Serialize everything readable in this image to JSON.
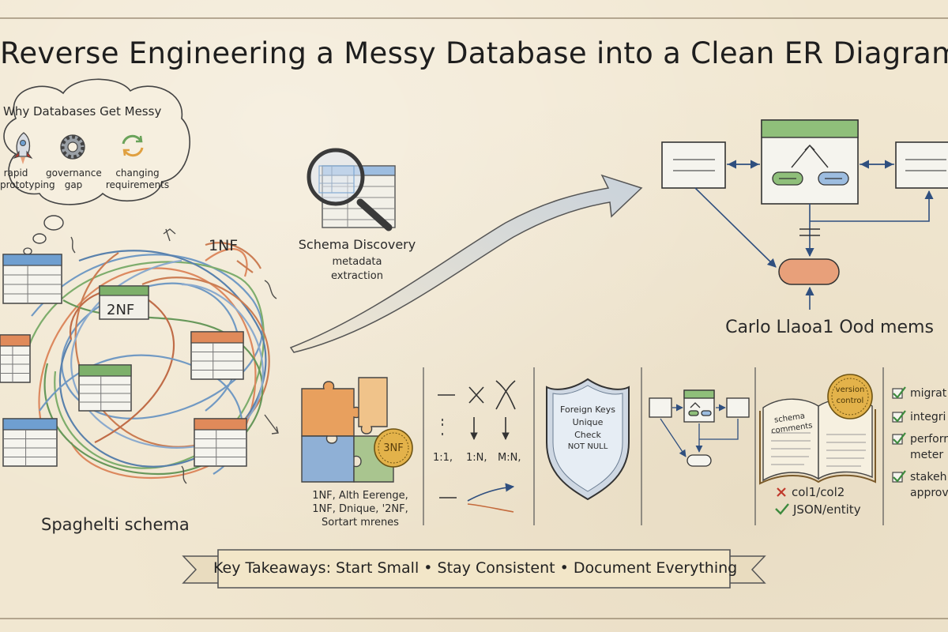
{
  "title": "Reverse Engineering a Messy Database into a Clean ER Diagram",
  "thought_bubble": {
    "heading": "Why Databases Get Messy",
    "items": [
      {
        "icon": "rocket-icon",
        "line1": "rapid",
        "line2": "prototyping"
      },
      {
        "icon": "gear-icon",
        "line1": "governance",
        "line2": "gap"
      },
      {
        "icon": "refresh-icon",
        "line1": "changing",
        "line2": "requirements"
      }
    ]
  },
  "spaghetti": {
    "caption": "Spaghelti schema",
    "label_1nf": "1NF",
    "label_2nf": "2NF"
  },
  "discovery": {
    "title": "Schema Discovery",
    "sub1": "metadata",
    "sub2": "extraction"
  },
  "er_caption": "Carlo Llaoa1 Ood mems",
  "panels": {
    "normalization": {
      "badge": "3NF",
      "line1": "1NF, Alth Eerenge,",
      "line2": "1NF, Dnique, '2NF,",
      "line3": "Sortart mrenes"
    },
    "cardinality": {
      "labels": [
        "1:1,",
        "1:N,",
        "M:N,"
      ]
    },
    "constraints": {
      "lines": [
        "Foreign Keys",
        "Unique",
        "Check",
        "NOT NULL"
      ]
    },
    "documentation": {
      "book_line1": "schema",
      "book_line2": "comments",
      "seal_line1": "version",
      "seal_line2": "control",
      "bad": "col1/col2",
      "good": "JSON/entity"
    },
    "checklist": {
      "items": [
        "migrat",
        "integri",
        "perforr",
        "meter",
        "stakeh",
        "approv"
      ]
    }
  },
  "banner": "Key Takeaways:  Start Small • Stay Consistent • Document Everything",
  "colors": {
    "paper": "#f1e7d1",
    "table_blue": "#6f9fd0",
    "table_green": "#7db06a",
    "table_orange": "#e08a5a",
    "blob_orange": "#e8a07a",
    "check_green": "#3d8a3d",
    "cross_red": "#c0392b",
    "gold": "#e3b24a"
  }
}
